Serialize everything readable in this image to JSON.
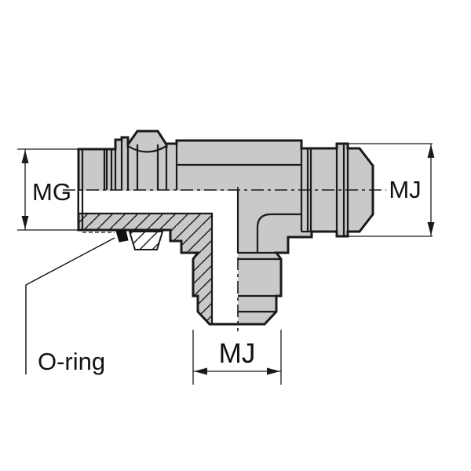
{
  "drawing": {
    "labels": {
      "mg": "MG",
      "mj_right": "MJ",
      "mj_bottom": "MJ",
      "oring": "O-ring"
    },
    "colors": {
      "body_fill": "#c9c9c9",
      "line": "#1a1a1a",
      "oring_fill": "#111111",
      "background": "#ffffff"
    }
  }
}
